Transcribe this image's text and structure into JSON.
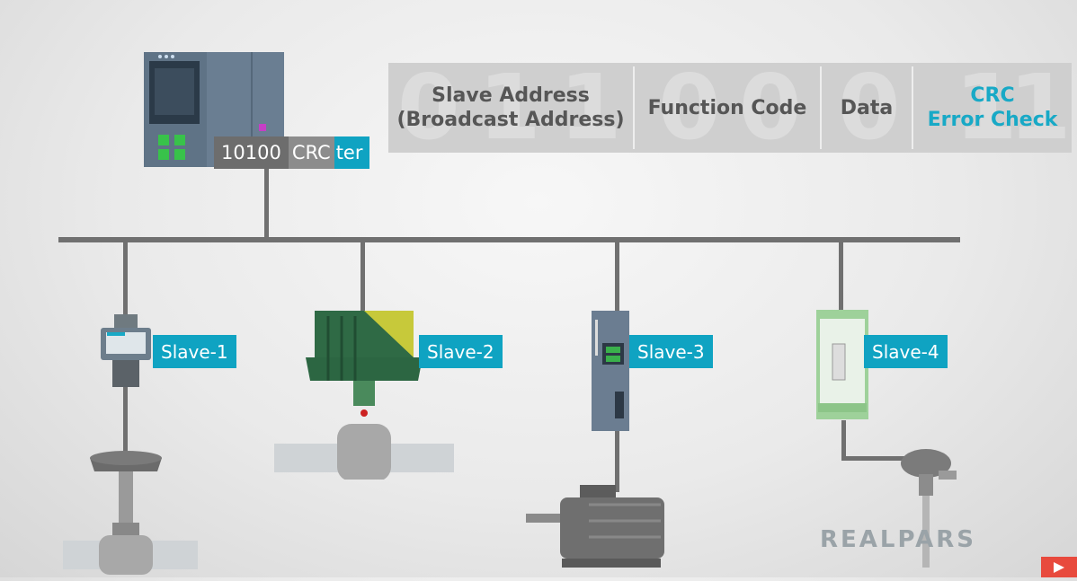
{
  "frame": {
    "fields": [
      {
        "lines": [
          "Slave Address",
          "(Broadcast Address)"
        ],
        "color": "#565656"
      },
      {
        "lines": [
          "Function Code"
        ],
        "color": "#565656"
      },
      {
        "lines": [
          "Data"
        ],
        "color": "#565656"
      },
      {
        "lines": [
          "CRC",
          "Error Check"
        ],
        "color": "#18a9c6"
      }
    ],
    "background_bits": [
      "0",
      "1",
      "1",
      "0",
      "0",
      "0",
      "1",
      "1"
    ]
  },
  "master": {
    "frame_bits": "10100",
    "frame_crc": "CRC",
    "label_fragment": "ter"
  },
  "slaves": [
    {
      "label": "Slave-1",
      "device": "valve-actuator"
    },
    {
      "label": "Slave-2",
      "device": "gear-actuator-valve"
    },
    {
      "label": "Slave-3",
      "device": "motor-drive"
    },
    {
      "label": "Slave-4",
      "device": "temperature-transmitter"
    }
  ],
  "logo": {
    "text": "REALPARS"
  },
  "colors": {
    "accent": "#0fa3c2",
    "bus": "#707070",
    "frame_bg": "#cfcfcf"
  }
}
